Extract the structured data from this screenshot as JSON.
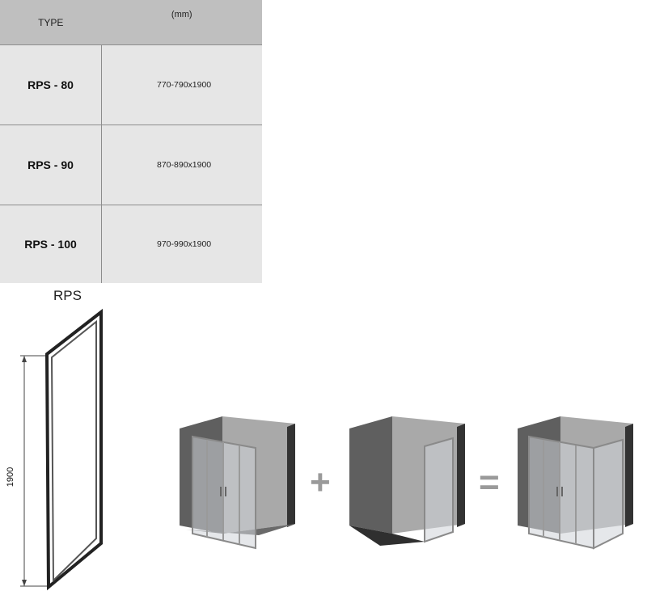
{
  "table": {
    "headers": {
      "type": "TYPE",
      "unit": "(mm)"
    },
    "rows": [
      {
        "type": "RPS - 80",
        "dimensions": "770-790x1900"
      },
      {
        "type": "RPS - 90",
        "dimensions": "870-890x1900"
      },
      {
        "type": "RPS - 100",
        "dimensions": "970-990x1900"
      }
    ]
  },
  "diagram": {
    "label": "RPS",
    "height": "1900",
    "operators": {
      "plus": "+",
      "equals": "="
    }
  }
}
